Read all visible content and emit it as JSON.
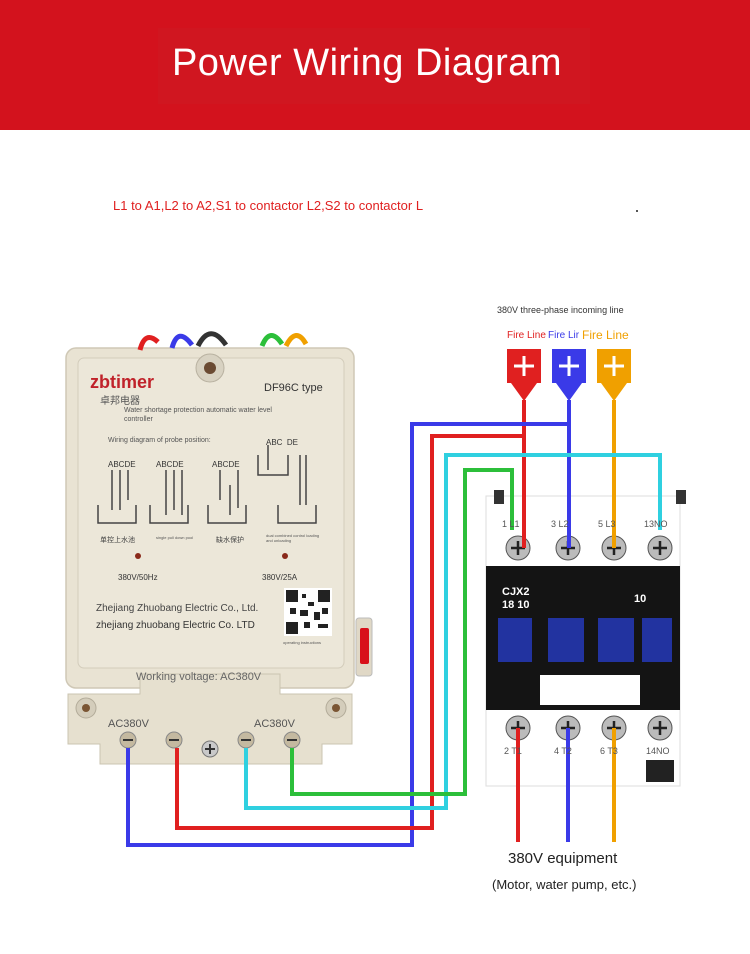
{
  "header": {
    "title": "Power Wiring Diagram"
  },
  "instruction": "L1 to A1,L2 to A2,S1 to contactor L2,S2 to contactor L",
  "supply": {
    "label": "380V three-phase incoming line",
    "phases": [
      {
        "label": "Fire Line",
        "color": "#e02020"
      },
      {
        "label": "Fire Lir",
        "color": "#3a3ae8"
      },
      {
        "label": "Fire Line",
        "color": "#f0a000"
      }
    ]
  },
  "controller": {
    "brand": "zbtimer",
    "brand_cn": "卓邦电器",
    "model": "DF96C type",
    "subtitle": "Water shortage protection automatic water level controller",
    "probe_heading": "Wiring diagram of probe position:",
    "probe_letters": [
      "ABCDE",
      "ABCDE",
      "ABCDE",
      "ABC  DE"
    ],
    "probe_captions": [
      "单控上水池",
      "single pull down pool",
      "缺水保护",
      "dual combined control loading and unloading"
    ],
    "indicator_left": "380V/50Hz",
    "indicator_right": "380V/25A",
    "maker_en": "Zhejiang Zhuobang Electric Co., Ltd.",
    "maker_en2": "zhejiang zhuobang Electric Co. LTD",
    "qr_caption": "operating instructions",
    "working_voltage": "Working voltage: AC380V",
    "terminal_left": "AC380V",
    "terminal_right": "AC380V"
  },
  "contactor": {
    "model_line1": "CJX2",
    "model_line2": "18 10",
    "aux": "10",
    "top_terminals": [
      "1 L1",
      "3 L2",
      "5 L3",
      "13NO"
    ],
    "bottom_terminals": [
      "2 T1",
      "4 T2",
      "6 T3",
      "14NO"
    ]
  },
  "load": {
    "label": "380V equipment",
    "sublabel": "(Motor, water pump, etc.)"
  },
  "wire_colors": {
    "red": "#e02020",
    "blue": "#3a3ae8",
    "orange": "#f0a000",
    "cyan": "#2fd0e0",
    "green": "#2cbf3a"
  }
}
